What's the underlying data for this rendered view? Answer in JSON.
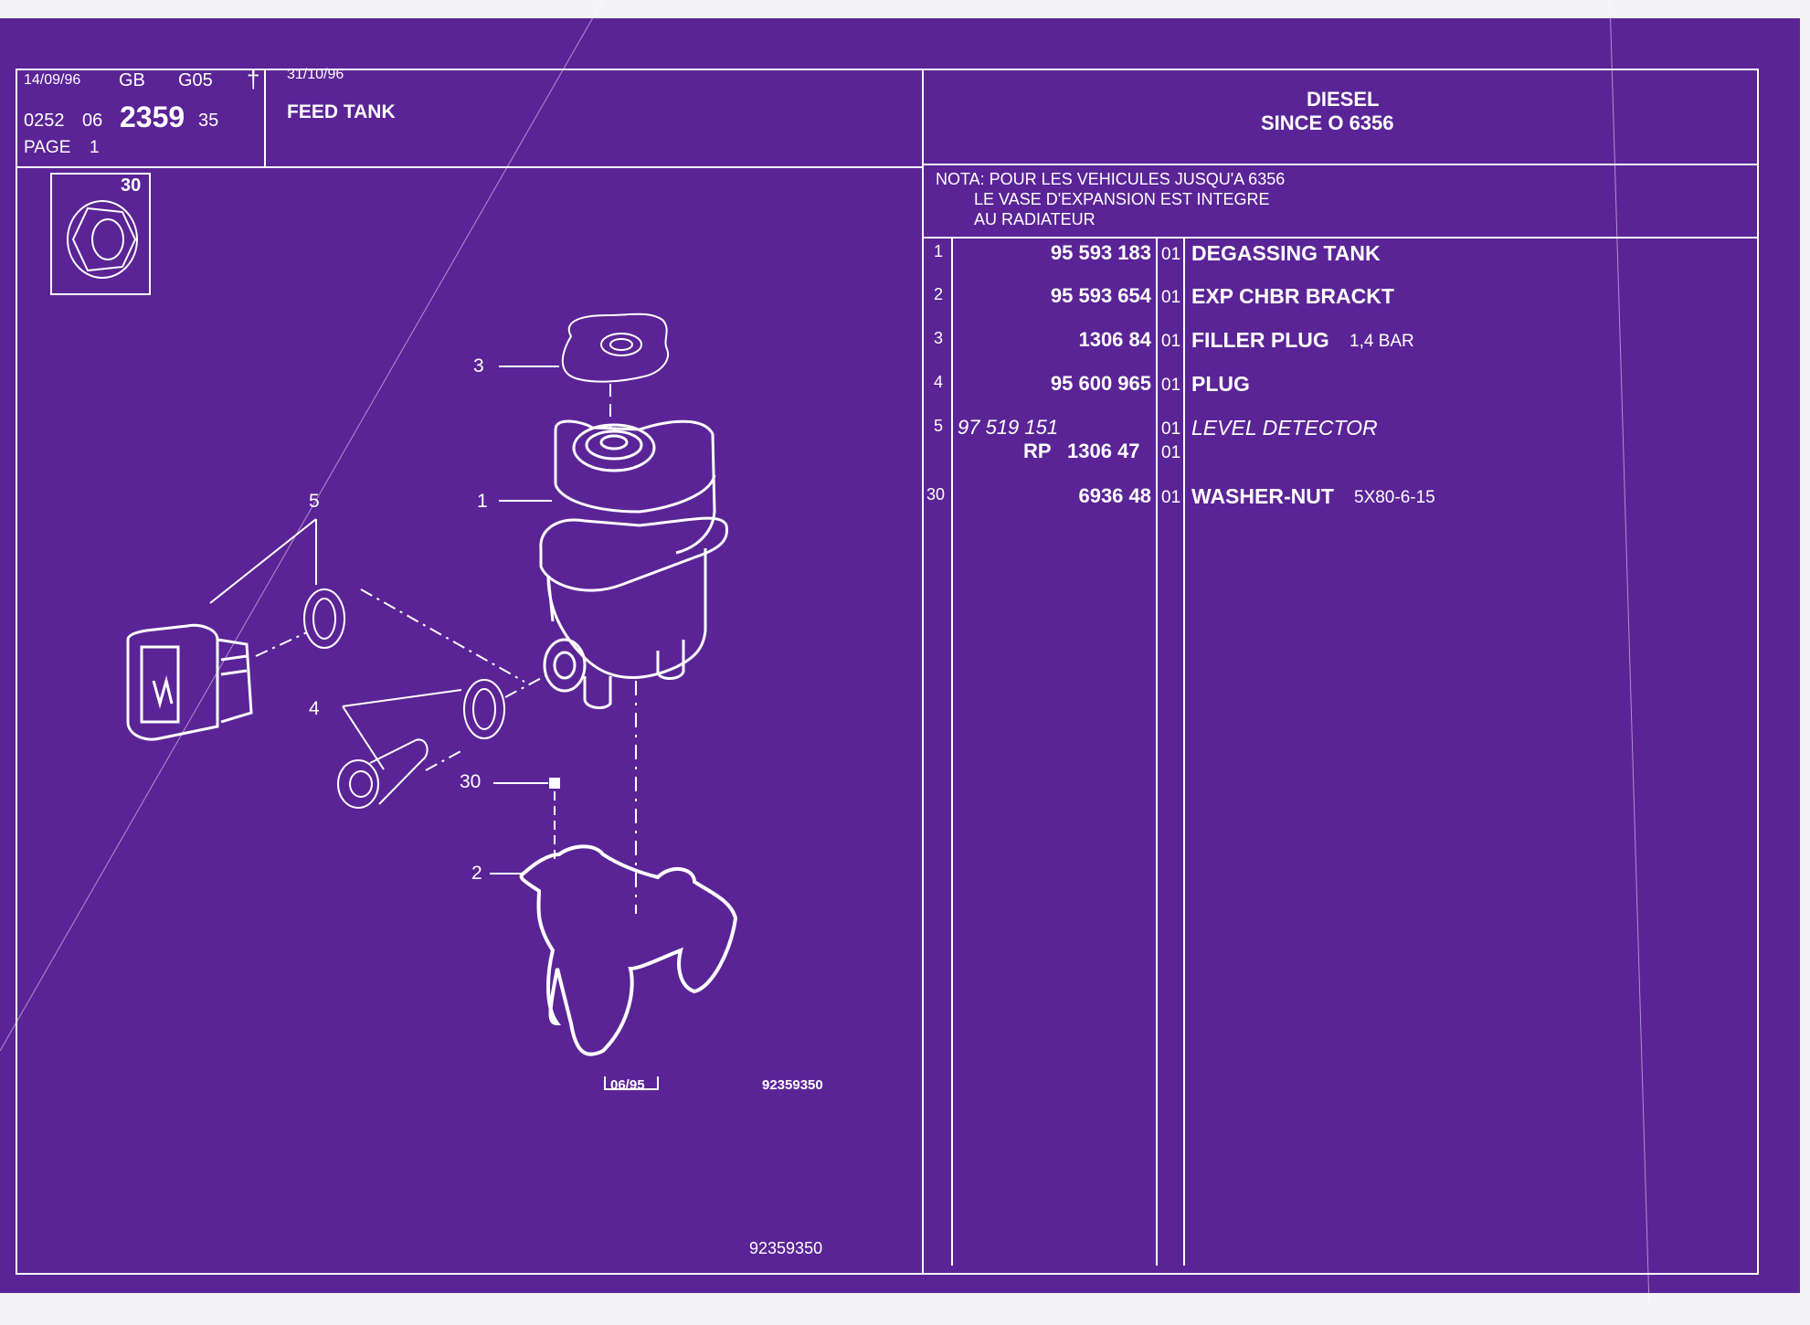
{
  "header": {
    "date_left": "14/09/96",
    "country": "GB",
    "group": "G05",
    "dagger": "†",
    "code_prefix": "0252",
    "code_group": "06",
    "code_main": "2359",
    "code_suffix": "35",
    "page_label": "PAGE",
    "page_number": "1",
    "date_right": "31/10/96",
    "title": "FEED TANK",
    "engine": "DIESEL",
    "since": "SINCE O  6356"
  },
  "note": {
    "line1": "NOTA: POUR LES VEHICULES JUSQU'A 6356",
    "line2": "LE VASE D'EXPANSION EST INTEGRE",
    "line3": "AU RADIATEUR"
  },
  "parts": [
    {
      "item": "1",
      "part_no": "95 593 183",
      "qty": "01",
      "description": "DEGASSING TANK",
      "spec": ""
    },
    {
      "item": "2",
      "part_no": "95 593 654",
      "qty": "01",
      "description": "EXP CHBR BRACKT",
      "spec": ""
    },
    {
      "item": "3",
      "part_no": "1306 84",
      "qty": "01",
      "description": "FILLER PLUG",
      "spec": "1,4 BAR"
    },
    {
      "item": "4",
      "part_no": "95 600 965",
      "qty": "01",
      "description": "PLUG",
      "spec": ""
    },
    {
      "item": "5",
      "part_no": "97 519 151",
      "qty": "01",
      "description": "LEVEL DETECTOR",
      "spec": "",
      "replacement_label": "RP",
      "replacement_no": "1306 47",
      "replacement_qty": "01"
    },
    {
      "item": "30",
      "part_no": "6936 48",
      "qty": "01",
      "description": "WASHER-NUT",
      "spec": "5X80-6-15"
    }
  ],
  "diagram": {
    "inset_label": "30",
    "callouts": [
      "3",
      "5",
      "1",
      "4",
      "30",
      "2"
    ],
    "date_box": "06/95",
    "ref_number": "92359350",
    "footer_ref": "92359350"
  },
  "colors": {
    "background": "#5a2496",
    "line": "#ffffff",
    "paper": "#f4f3f6"
  }
}
